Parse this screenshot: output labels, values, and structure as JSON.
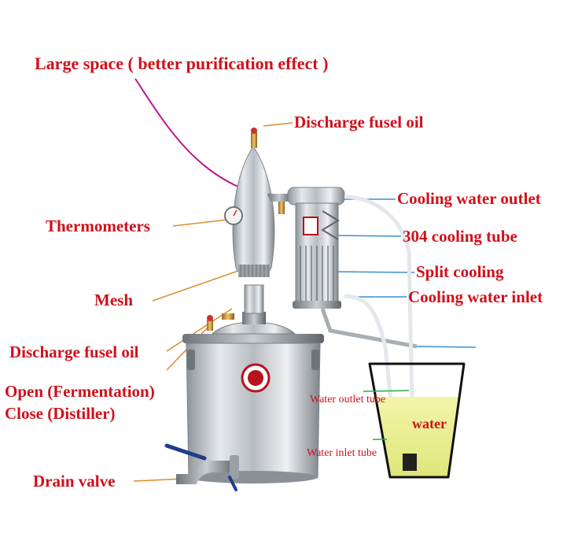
{
  "labels": {
    "large_space": "Large space ( better purification effect )",
    "discharge_fusel_oil_top": "Discharge fusel oil",
    "thermometers": "Thermometers",
    "mesh": "Mesh",
    "discharge_fusel_oil_bottom": "Discharge fusel oil",
    "open_fermentation": "Open (Fermentation)",
    "close_distiller": "Close (Distiller)",
    "drain_valve": "Drain valve",
    "cooling_water_outlet": "Cooling water outlet",
    "cooling_tube_304": "304 cooling tube",
    "split_cooling": "Split cooling",
    "cooling_water_inlet": "Cooling water inlet",
    "water_outlet_tube": "Water outlet tube",
    "water_inlet_tube": "Water inlet tube",
    "water": "water"
  },
  "colors": {
    "label_red": "#d0101a",
    "pointer_magenta": "#c0158a",
    "pointer_orange": "#e08a2a",
    "pointer_blue": "#3a8fd0",
    "pointer_green": "#2aa84a",
    "water_yellow": "#e9ef8a",
    "steel": "#c7cbcf"
  }
}
